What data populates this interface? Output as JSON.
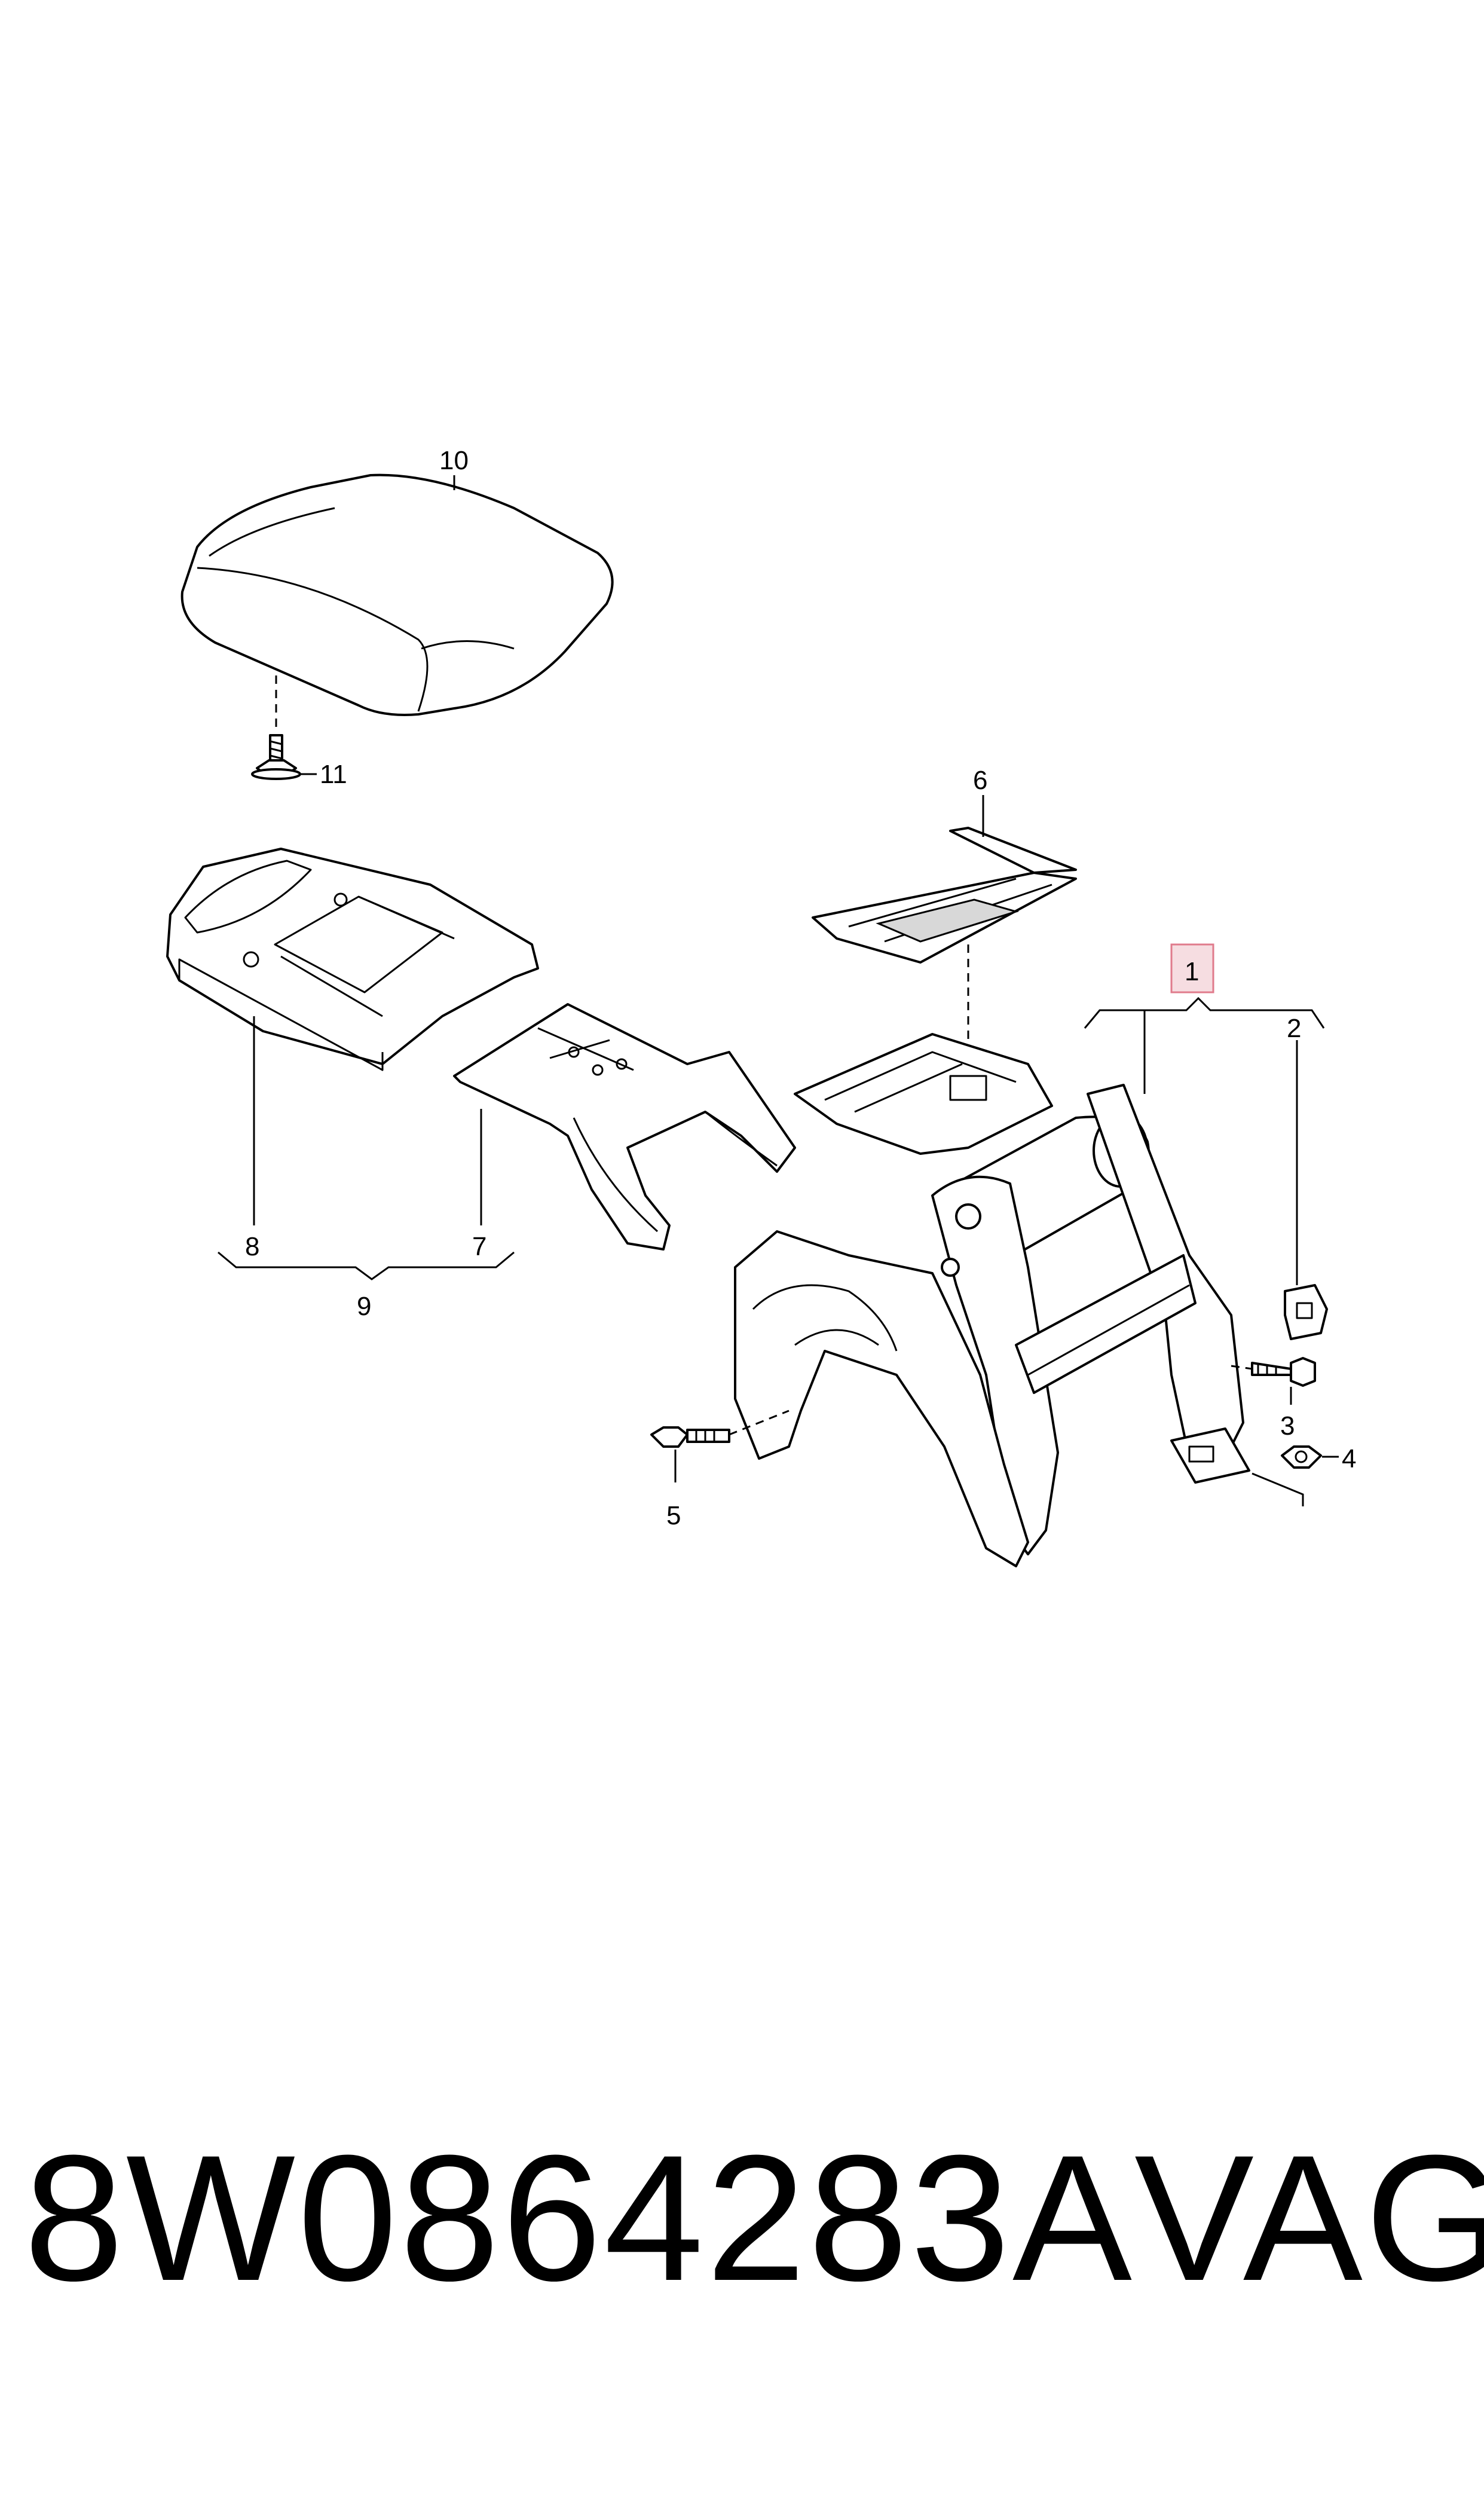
{
  "callouts": {
    "c1": "1",
    "c2": "2",
    "c3": "3",
    "c4": "4",
    "c5": "5",
    "c6": "6",
    "c7": "7",
    "c8": "8",
    "c9": "9",
    "c10": "10",
    "c11": "11"
  },
  "caption": {
    "part_number": "8W0864283A",
    "brand": "VAG"
  },
  "colors": {
    "line": "#000000",
    "highlight_fill": "#f6dde1",
    "highlight_border": "#e07b8c"
  }
}
